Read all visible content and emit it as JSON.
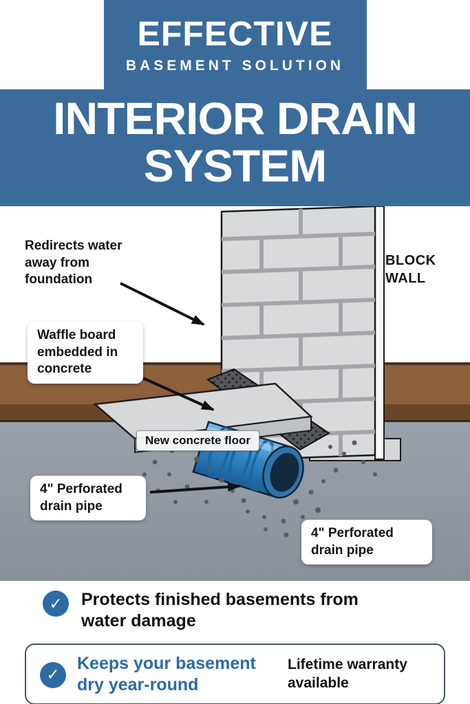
{
  "colors": {
    "header_blue": "#3a6b9b",
    "accent_blue": "#2c6ba3",
    "pipe_blue": "#2f86c6",
    "soil_brown": "#8e5f3b",
    "concrete_gray": "#949ba4",
    "text_dark": "#141414"
  },
  "header": {
    "eyebrow": "EFFECTIVE",
    "subtitle": "BASEMENT SOLUTION",
    "title": "INTERIOR DRAIN SYSTEM"
  },
  "diagram": {
    "redirects_label": "Redirects water away from foundation",
    "block_wall_label": "BLOCK WALL",
    "waffle_label": "Waffle board embedded in concrete",
    "floor_label": "New concrete floor",
    "pipe_label_left": "4\" Perforated drain pipe",
    "pipe_label_right": "4\" Perforated drain pipe"
  },
  "benefits": {
    "check_icon": "✓",
    "protects": "Protects finished basements from water damage",
    "keeps_dry": "Keeps your basement dry year-round",
    "warranty": "Lifetime warranty available"
  }
}
